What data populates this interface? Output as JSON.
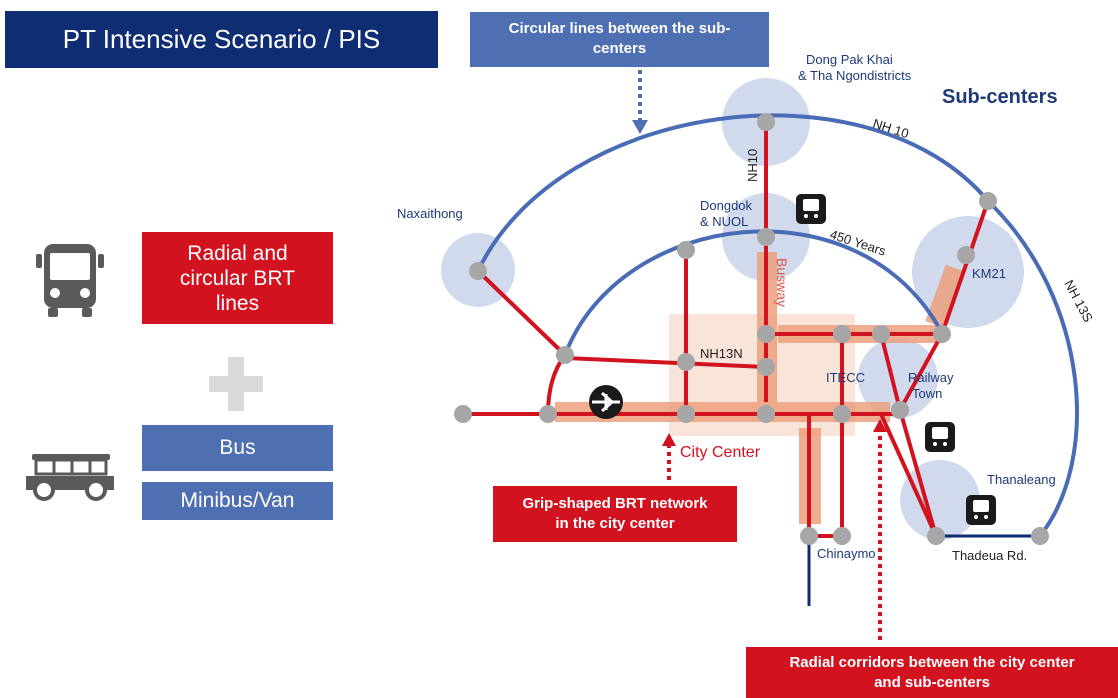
{
  "title": "PT Intensive Scenario / PIS",
  "left_panel": {
    "brt_label_lines": [
      "Radial and",
      "circular BRT",
      "lines"
    ],
    "bus_label": "Bus",
    "minibus_label": "Minibus/Van"
  },
  "callouts": {
    "circular": [
      "Circular lines between the sub-",
      "centers"
    ],
    "grip": [
      "Grip-shaped BRT network",
      "in the city center"
    ],
    "radial": [
      "Radial corridors between the city center",
      "and sub-centers"
    ]
  },
  "map": {
    "sub_centers_heading": "Sub-centers",
    "city_center": "City Center",
    "busway": "Busway",
    "labels": {
      "dong_pak_khai": [
        "Dong Pak Khai",
        "& Tha Ngondistricts"
      ],
      "naxaithong": "Naxaithong",
      "dongdok": [
        "Dongdok",
        "& NUOL"
      ],
      "km21": "KM21",
      "nh13n": "NH13N",
      "itecc": "ITECC",
      "railway_town": [
        "Railway",
        "Town"
      ],
      "thanaleang": "Thanaleang",
      "chinaymo": "Chinaymo",
      "thadeua": "Thadeua Rd.",
      "nh10_road": "NH 10",
      "nh10_vertical": "NH10",
      "years450": "450 Years",
      "nh13s": "NH 13S"
    }
  },
  "colors": {
    "title_bg": "#0e2d72",
    "brt_red": "#d2121f",
    "bus_blue": "#4f6fb3",
    "ring_blue": "#4a6bb5",
    "node_gray": "#a6a6a6",
    "subcenter_fill": "#c9d3ea",
    "busway_orange": "#eda07e"
  }
}
